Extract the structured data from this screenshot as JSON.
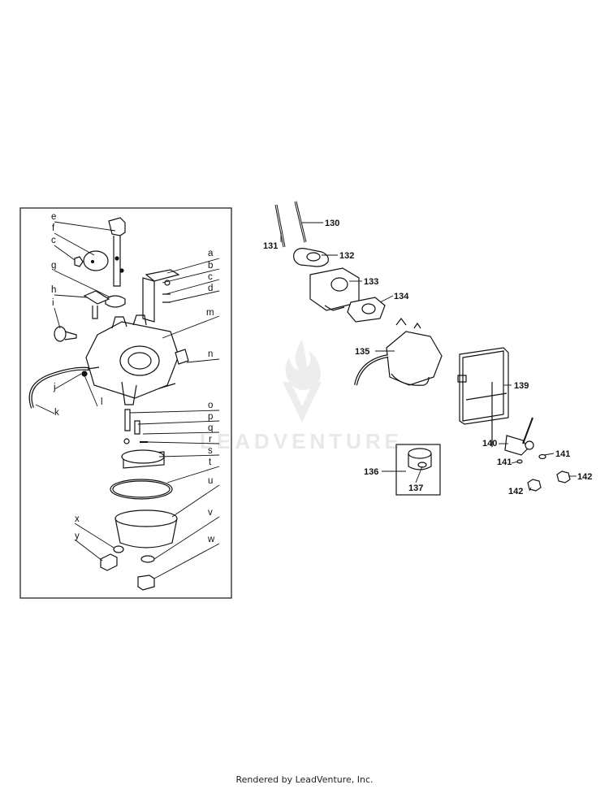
{
  "watermark": "LEADVENTURE",
  "footer": "Rendered by LeadVenture, Inc.",
  "letter_labels": {
    "e": "e",
    "f": "f",
    "c": "c",
    "g": "g",
    "h": "h",
    "i": "i",
    "j": "j",
    "k": "k",
    "l": "l",
    "a": "a",
    "b": "b",
    "c2": "c",
    "d": "d",
    "m": "m",
    "n": "n",
    "o": "o",
    "p": "p",
    "q": "q",
    "r": "r",
    "s": "s",
    "t": "t",
    "u": "u",
    "v": "v",
    "w": "w",
    "x": "x",
    "y": "y"
  },
  "part_numbers": {
    "p130": "130",
    "p131": "131",
    "p132": "132",
    "p133": "133",
    "p134": "134",
    "p135": "135",
    "p136": "136",
    "p137": "137",
    "p139": "139",
    "p140": "140",
    "p141a": "141",
    "p141b": "141",
    "p142a": "142",
    "p142b": "142"
  }
}
